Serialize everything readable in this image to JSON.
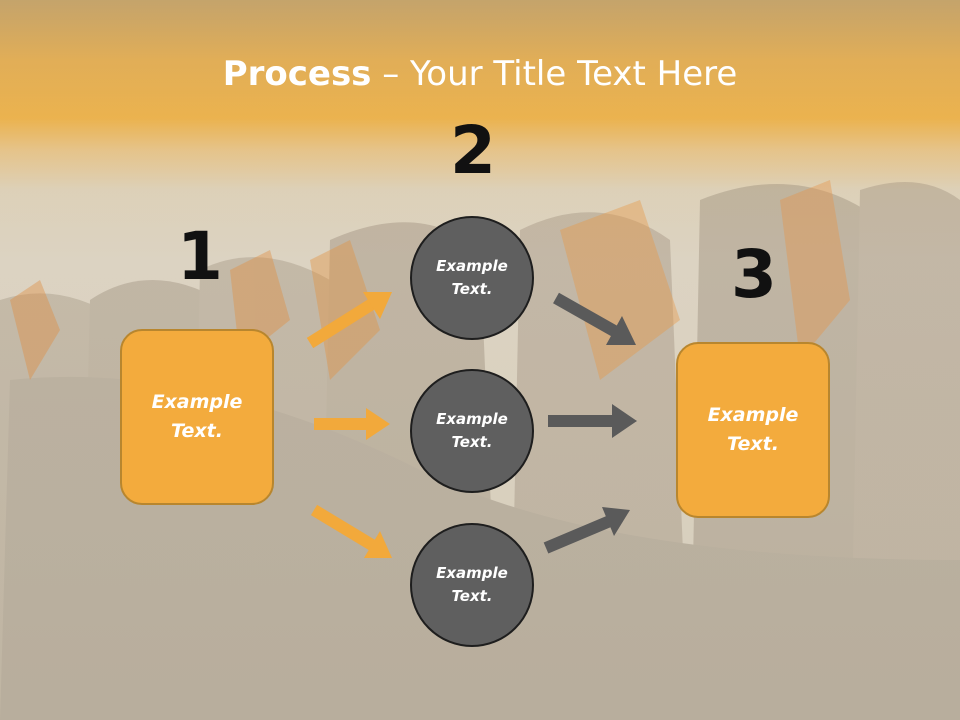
{
  "title": {
    "bold": "Process",
    "rest": " – Your Title Text Here"
  },
  "steps": {
    "one": "1",
    "two": "2",
    "three": "3"
  },
  "left_box": {
    "text": "Example\nText."
  },
  "right_box": {
    "text": "Example\nText."
  },
  "circles": [
    {
      "text": "Example\nText."
    },
    {
      "text": "Example\nText."
    },
    {
      "text": "Example\nText."
    }
  ],
  "colors": {
    "box_fill": "#f3ab3d",
    "circle_fill": "#5f5f5f",
    "orange_arrow": "#f2a93b",
    "gray_arrow": "#5a5a5a",
    "title_band": "#f0a829"
  }
}
